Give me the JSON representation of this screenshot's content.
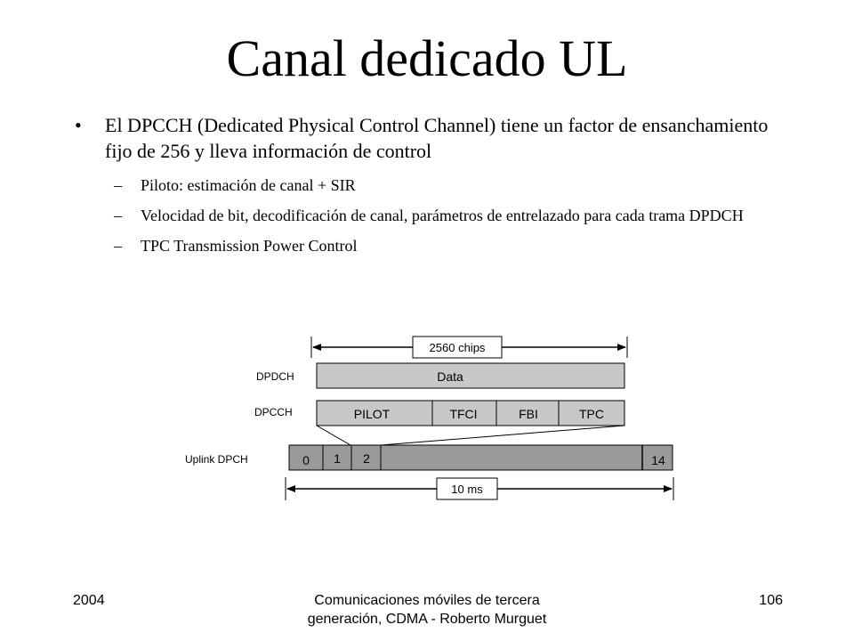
{
  "slide": {
    "title": "Canal dedicado UL",
    "bullets": [
      {
        "text": "El DPCCH (Dedicated Physical Control Channel) tiene un factor de ensanchamiento fijo de 256 y lleva información de control",
        "subitems": [
          "Piloto: estimación de canal + SIR",
          "Velocidad de bit, decodificación de canal, parámetros de entrelazado para cada trama DPDCH",
          "TPC Transmission Power Control"
        ]
      }
    ],
    "bullet_mark": "•",
    "sub_mark": "–"
  },
  "diagram": {
    "slot_length_label": "2560 chips",
    "frame_length_label": "10 ms",
    "rows": {
      "dpdch": {
        "label": "DPDCH",
        "field": "Data"
      },
      "dpcch": {
        "label": "DPCCH",
        "fields": [
          "PILOT",
          "TFCI",
          "FBI",
          "TPC"
        ]
      },
      "uplink": {
        "label": "Uplink DPCH",
        "slots": [
          "0",
          "1",
          "2",
          "14"
        ]
      }
    },
    "colors": {
      "field_fill": "#c8c8c8",
      "frame_fill": "#9a9a9a",
      "stroke": "#000000"
    }
  },
  "footer": {
    "year": "2004",
    "center": "Comunicaciones móviles de tercera generación, CDMA - Roberto Murguet",
    "page": "106"
  }
}
